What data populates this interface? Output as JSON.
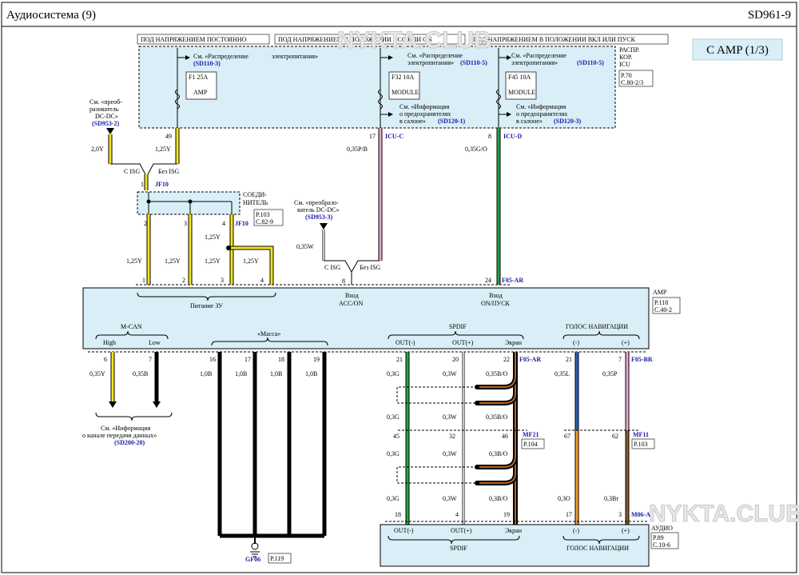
{
  "header": {
    "title": "Аудиосистема (9)",
    "code": "SD961-9"
  },
  "badge": "C AMP (1/3)",
  "power_labels": {
    "constant": "ПОД НАПРЯЖЕНИЕМ ПОСТОЯННО",
    "acc": "ПОД НАПРЯЖЕНИЕМ В ПОЛОЖЕНИИ ACC ИЛИ ON",
    "on_start": "ПОД НАПРЯЖЕНИЕМ В ПОЛОЖЕНИИ ВКЛ ИЛИ ПУСК"
  },
  "fuse_box": {
    "label1": "РАСПР.",
    "label2": "КОР.",
    "label3": "ICU",
    "ref1": "P.70",
    "ref2": "C.80-2/3"
  },
  "power_dist": {
    "see": "См. «Распределение",
    "supply": "электропитания»",
    "see_short": "См. «Распределение",
    "supply_short": "электропитания»",
    "ref1": "(SD110-3)",
    "ref2": "(SD110-5)",
    "ref3": "(SD110-5)"
  },
  "fuses": [
    {
      "rating": "F1 25A",
      "name": "AMP"
    },
    {
      "rating": "F32 10A",
      "name": "MODULE"
    },
    {
      "rating": "F45 10A",
      "name": "MODULE"
    }
  ],
  "fuse_info": {
    "l1": "См. «Информация",
    "l2": "о предохранителях",
    "l3": "в салоне»",
    "ref1": "(SD120-1)",
    "ref2": "(SD120-3)"
  },
  "dcdc_left": {
    "l1": "См. «преоб-",
    "l2": "разователь",
    "l3": "DC-DC»",
    "ref": "(SD953-2)"
  },
  "dcdc_mid": {
    "l1": "См. «преобразо-",
    "l2": "ватель DC-DC»",
    "ref": "(SD953-3)"
  },
  "pins_top": {
    "p49": "49",
    "p17": "17",
    "p8": "8"
  },
  "conn_top": {
    "icuc": "ICU-C",
    "icud": "ICU-D"
  },
  "wires_top": {
    "w20y": "2,0Y",
    "w125y": "1,25Y",
    "w035pb": "0,35P/B",
    "w035go": "0,35G/O",
    "w035w": "0,35W"
  },
  "isg": {
    "with": "С ISG",
    "without": "Без ISG"
  },
  "jf10": {
    "name": "JF10",
    "pin1": "1",
    "pins": [
      "2",
      "3",
      "4"
    ],
    "label1": "СОЕДИ-",
    "label2": "НИТЕЛЬ",
    "ref1": "P.103",
    "ref2": "C.82-9"
  },
  "amp_wires": {
    "w": "1,25Y"
  },
  "amp": {
    "name": "AMP",
    "ref1": "P.118",
    "ref2": "C.40-2",
    "top_pins": [
      "1",
      "2",
      "3",
      "4",
      "8",
      "24"
    ],
    "f05ar": "F05-AR",
    "power_label": "Питание ЗУ",
    "acc_label1": "Вход",
    "acc_label2": "ACC/ON",
    "on_label1": "Вход",
    "on_label2": "ON/ПУСК",
    "mcan": "M-CAN",
    "high": "High",
    "low": "Low",
    "mass": "«Масса»",
    "spdif": "SPDIF",
    "out_minus": "OUT(-)",
    "out_plus": "OUT(+)",
    "screen": "Экран",
    "nav": "ГОЛОС НАВИГАЦИИ",
    "minus": "(-)",
    "plus": "(+)"
  },
  "bottom_pins": {
    "mcan": [
      "6",
      "7"
    ],
    "mass": [
      "16",
      "17",
      "18",
      "19"
    ],
    "spdif": [
      "21",
      "20",
      "22"
    ],
    "nav": [
      "21",
      "7"
    ]
  },
  "bottom_wires": {
    "w035y": "0,35Y",
    "w035b": "0,35B",
    "w10b": "1,0B",
    "w03g": "0,3G",
    "w03w": "0,3W",
    "w035bo": "0,35B/O",
    "w035l": "0,35L",
    "w035p": "0,35P",
    "w03bo": "0,3B/O",
    "w03o": "0,3O",
    "w03br": "0,3Br"
  },
  "f05br": "F05-BR",
  "mf21": {
    "name": "MF21",
    "ref": "P.104",
    "pins": [
      "45",
      "32",
      "46"
    ]
  },
  "mf11": {
    "name": "MF11",
    "ref": "P.103",
    "pins": [
      "67",
      "62"
    ]
  },
  "can_info": {
    "l1": "См. «Информация",
    "l2": "о канале передачи данных»",
    "ref": "(SD200-20)"
  },
  "ground": {
    "name": "GF06",
    "ref": "P.119"
  },
  "audio": {
    "conn": "M06-A",
    "name": "АУДИО",
    "ref1": "P.89",
    "ref2": "C.10-6",
    "pins": [
      "18",
      "4",
      "19",
      "17",
      "3"
    ],
    "spdif": "SPDIF",
    "nav": "ГОЛОС НАВИГАЦИИ"
  },
  "watermarks": {
    "top": "NYKTA.CLUB",
    "bottom": "NYKTA.CLUB"
  }
}
